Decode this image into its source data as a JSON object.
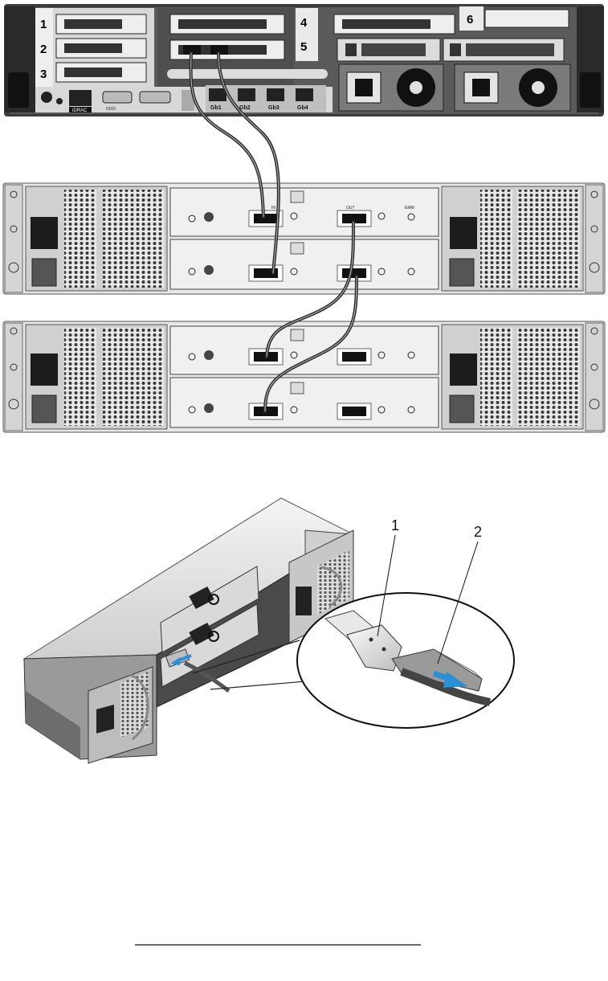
{
  "server": {
    "slot_labels": [
      "1",
      "2",
      "3",
      "4",
      "5",
      "6"
    ],
    "rear_labels": {
      "idrac": "iDRAC",
      "serial": "IOIOI"
    },
    "nic_ports": [
      "Gb1",
      "Gb2",
      "Gb3",
      "Gb4"
    ]
  },
  "enclosure_port_labels": {
    "in": "IN",
    "out": "OUT",
    "emm": "EMM"
  },
  "callouts": [
    "1",
    "2"
  ],
  "footnote_rule": true,
  "colors": {
    "arrow": "#2b8fd6",
    "cable": "#2b2b2b",
    "chassis": "#4a4a4a",
    "panel": "#e6e6e6"
  }
}
